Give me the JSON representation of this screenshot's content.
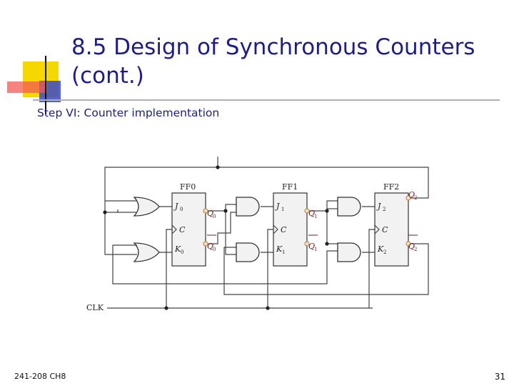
{
  "slide": {
    "title": "8.5 Design of Synchronous Counters (cont.)",
    "subtitle": "Step VI: Counter implementation",
    "footer_left": "241-208 CH8",
    "page_number": "31"
  },
  "diagram": {
    "flipflops": [
      {
        "name": "FF0",
        "j": "J",
        "k": "K",
        "c": "C",
        "q": "Q",
        "index": "0"
      },
      {
        "name": "FF1",
        "j": "J",
        "k": "K",
        "c": "C",
        "q": "Q",
        "index": "1"
      },
      {
        "name": "FF2",
        "j": "J",
        "k": "K",
        "c": "C",
        "q": "Q",
        "index": "2"
      }
    ],
    "clock_label": "CLK"
  },
  "colors": {
    "title": "#1c1c8c",
    "accent_yellow": "#f5d800",
    "accent_red": "#e8322f",
    "accent_blue": "#3a49c8"
  }
}
